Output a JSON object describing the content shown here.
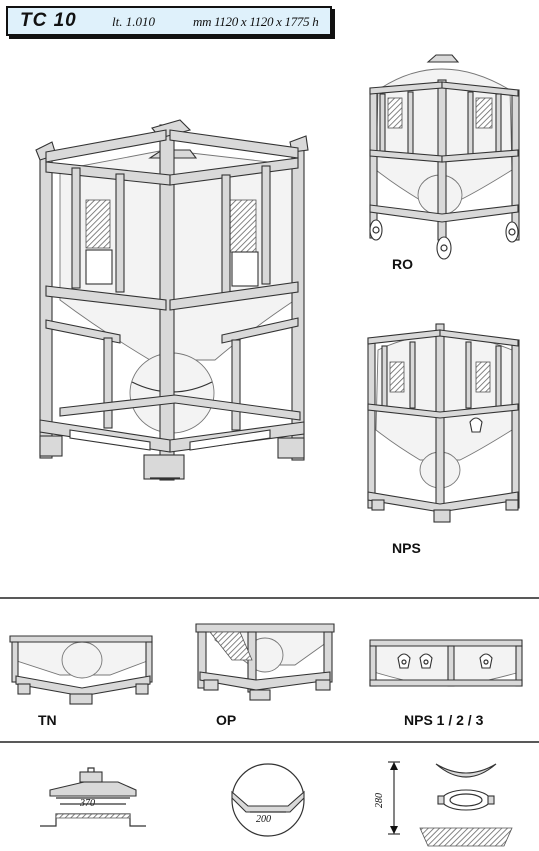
{
  "header": {
    "model": "TC 10",
    "capacity": "lt. 1.010",
    "dimensions": "mm 1120 x 1120 x 1775 h"
  },
  "variants": {
    "ro": "RO",
    "nps": "NPS"
  },
  "options": {
    "tn": "TN",
    "op": "OP",
    "nps_123": "NPS 1 / 2 / 3"
  },
  "details": {
    "lid_size": "370",
    "valve_size": "200",
    "height_size": "280"
  }
}
